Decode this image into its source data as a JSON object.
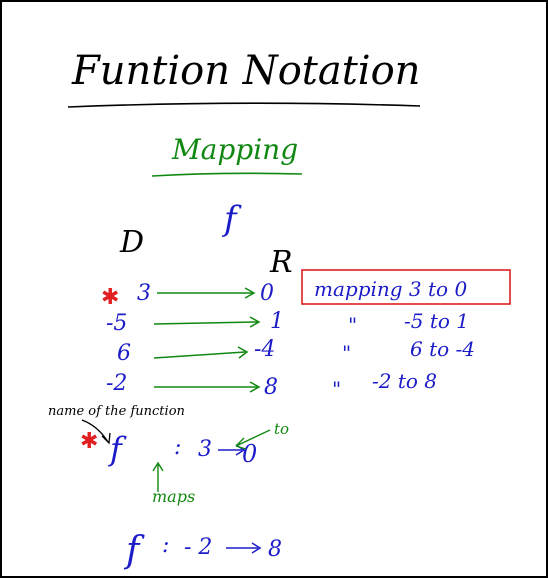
{
  "title": "Funtion Notation",
  "subtitle": "Mapping",
  "function_symbol": "f",
  "domain_label": "D",
  "range_label": "R",
  "mappings": [
    {
      "from": "3",
      "to": "0",
      "note": "mapping 3 to 0",
      "starred": true
    },
    {
      "from": "-5",
      "to": "1",
      "note": "-5 to 1",
      "ditto": "\""
    },
    {
      "from": "6",
      "to": "-4",
      "note": "6 to -4",
      "ditto": "\""
    },
    {
      "from": "-2",
      "to": "8",
      "note": "-2 to 8",
      "ditto": "\""
    }
  ],
  "annotation_name": "name of the function",
  "annotation_to": "to",
  "annotation_maps": "maps",
  "notation_1": {
    "fn": "f",
    "sep": ":",
    "from": "3",
    "to": "0"
  },
  "notation_2": {
    "fn": "f",
    "sep": ":",
    "from": "- 2",
    "to": "8"
  },
  "colors": {
    "ink_black": "#000000",
    "ink_green": "#118811",
    "ink_blue": "#1c1cc8",
    "ink_red": "#e02020"
  }
}
